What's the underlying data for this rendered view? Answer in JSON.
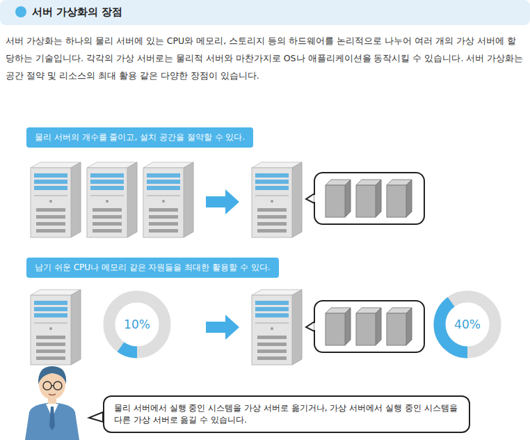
{
  "diagram": {
    "title": "서버 가상화의 장점",
    "nodes": [
      {
        "text": [
          "물리 서버의 개수를 줄이고, 설치 공간을 절약할 수 있다."
        ]
      },
      {
        "text": [
          "남기 쉬운 CPU나 메모리 같은 자원들을 최대한 활용할 수 있다."
        ]
      },
      {
        "text": [
          "물리 서버에서 실행 중인 시스템을 가상 서버로 옮기거나, 가상 서버에서 실행 중인 시스템을 다른 가상 서버로 옮길 수 있습니다."
        ]
      }
    ],
    "labels": [
      "서버 가상화는 하나의 물리 서버에 있는 CPU와 메모리, 스토리지 등의 하드웨어를 논리적으로 나누어 여러 개의 가상 서버에 할당하는 기술입니다. 각각의 가상 서버로는 물리적 서버와 마찬가지로 OS나 애플리케이션을 동작시킬 수 있습니다. 서버 가상화는 공간 절약 및 리소스의 최대 활용 같은 다양한 장점이 있습니다.",
      "10%",
      "40%"
    ]
  }
}
